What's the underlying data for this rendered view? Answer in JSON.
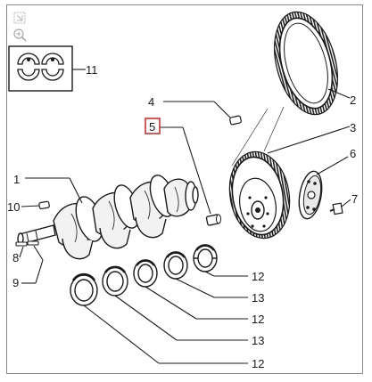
{
  "toolbar": {
    "fit_icon": "fit-page-icon",
    "zoom_icon": "zoom-in-icon"
  },
  "callouts": {
    "n1": "1",
    "n2": "2",
    "n3": "3",
    "n4": "4",
    "n5": "5",
    "n6": "6",
    "n7": "7",
    "n8": "8",
    "n9": "9",
    "n10": "10",
    "n11": "11",
    "n12a": "12",
    "n13a": "13",
    "n12b": "12",
    "n13b": "13",
    "n12c": "12"
  },
  "colors": {
    "line": "#1a1a1a",
    "highlight": "#d32f2f",
    "border": "#8a8a8a"
  }
}
